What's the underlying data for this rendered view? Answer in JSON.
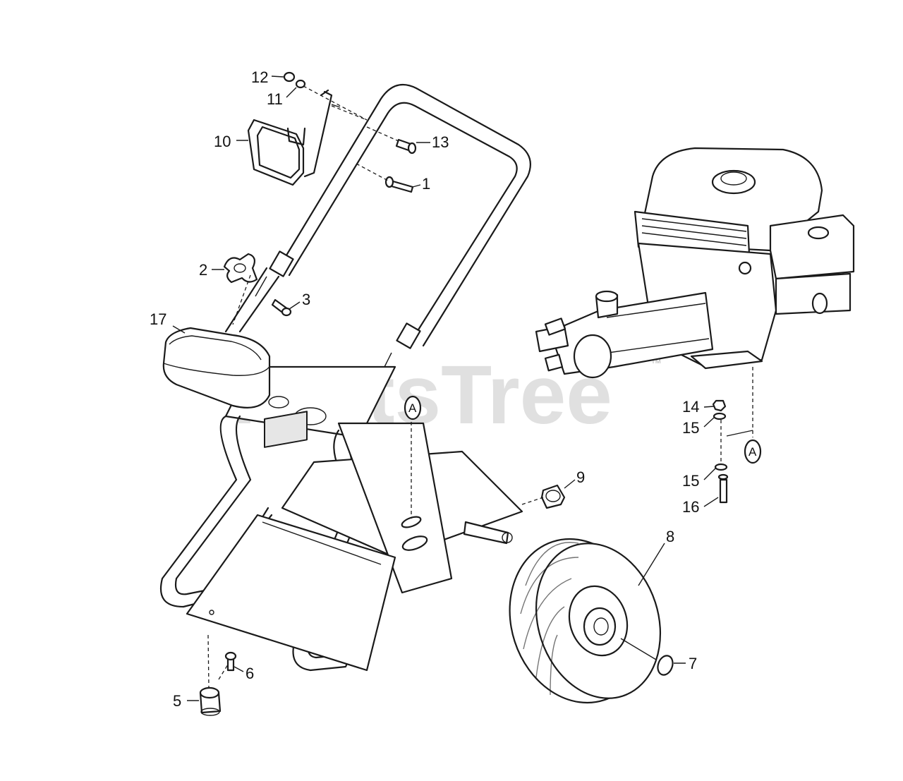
{
  "watermark": "PartsTree",
  "trademark": "™",
  "callouts": [
    "12",
    "11",
    "10",
    "13",
    "1",
    "2",
    "3",
    "17",
    "14",
    "15",
    "15",
    "16",
    "9",
    "8",
    "7",
    "6",
    "5"
  ],
  "reference_marks": [
    "A",
    "A"
  ]
}
